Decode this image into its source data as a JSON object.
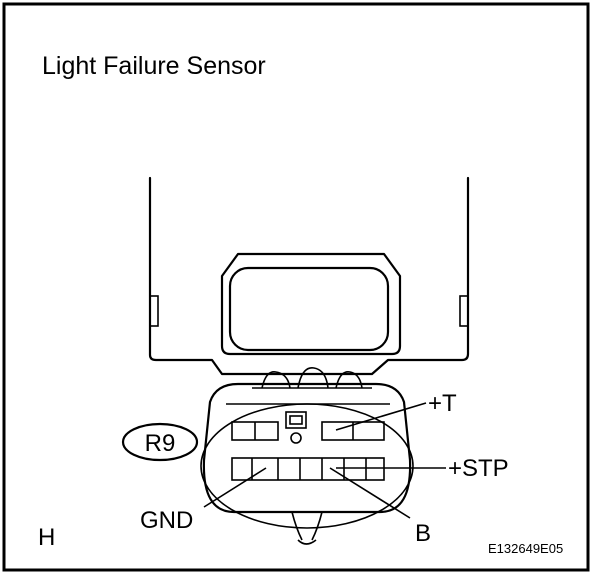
{
  "title": "Light Failure Sensor",
  "connector_code": "R9",
  "terminals": {
    "t": "+T",
    "stp": "+STP",
    "gnd": "GND",
    "b": "B"
  },
  "corner_letter": "H",
  "figure_id": "E132649E05"
}
